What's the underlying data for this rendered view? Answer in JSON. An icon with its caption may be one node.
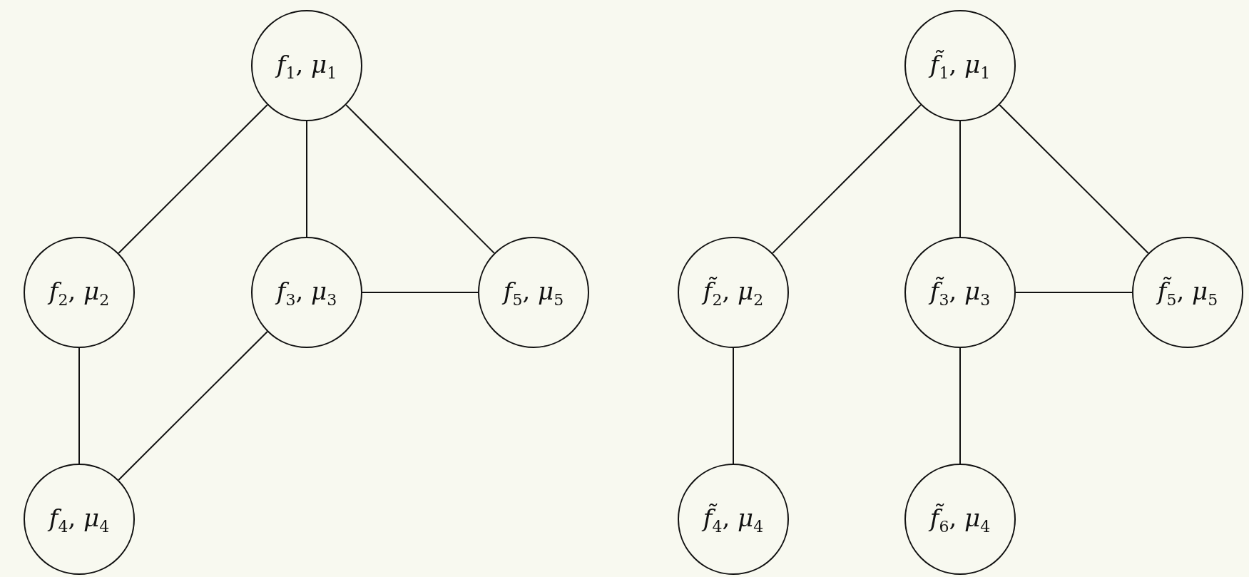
{
  "diagram": {
    "nodes": [
      {
        "text": [
          "*f*$_{1}$, *μ*$_{1}$"
        ]
      },
      {
        "text": [
          "*f*$_{2}$, *μ*$_{2}$"
        ]
      },
      {
        "text": [
          "*f*$_{3}$, *μ*$_{3}$"
        ]
      },
      {
        "text": [
          "*f*$_{5}$, *μ*$_{5}$"
        ]
      },
      {
        "text": [
          "*f*$_{4}$, *μ*$_{4}$"
        ]
      },
      {
        "text": [
          "*f̃*$_{1}$, *μ*$_{1}$"
        ]
      },
      {
        "text": [
          "*f̃*$_{2}$, *μ*$_{2}$"
        ]
      },
      {
        "text": [
          "*f̃*$_{3}$, *μ*$_{3}$"
        ]
      },
      {
        "text": [
          "*f̃*$_{5}$, *μ*$_{5}$"
        ]
      },
      {
        "text": [
          "*f̃*$_{4}$, *μ*$_{4}$"
        ]
      },
      {
        "text": [
          "*f̃*$_{6}$, *μ*$_{4}$"
        ]
      }
    ],
    "edges": [
      {
        "from": 0,
        "to": 1,
        "arrow": "none"
      },
      {
        "from": 0,
        "to": 2,
        "arrow": "none"
      },
      {
        "from": 0,
        "to": 3,
        "arrow": "none"
      },
      {
        "from": 2,
        "to": 3,
        "arrow": "none"
      },
      {
        "from": 1,
        "to": 4,
        "arrow": "none"
      },
      {
        "from": 2,
        "to": 4,
        "arrow": "none"
      },
      {
        "from": 5,
        "to": 6,
        "arrow": "none"
      },
      {
        "from": 5,
        "to": 7,
        "arrow": "none"
      },
      {
        "from": 5,
        "to": 8,
        "arrow": "none"
      },
      {
        "from": 7,
        "to": 8,
        "arrow": "none"
      },
      {
        "from": 6,
        "to": 9,
        "arrow": "none"
      },
      {
        "from": 7,
        "to": 10,
        "arrow": "none"
      }
    ]
  }
}
